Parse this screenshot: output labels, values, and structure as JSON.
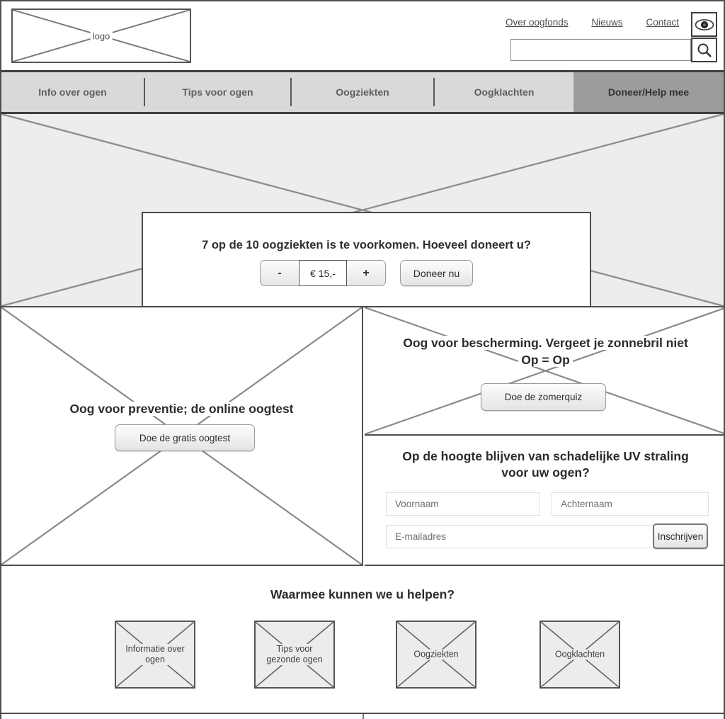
{
  "header": {
    "logo_label": "logo",
    "links": [
      {
        "label": "Over oogfonds"
      },
      {
        "label": "Nieuws"
      },
      {
        "label": "Contact"
      }
    ],
    "search": {
      "value": "",
      "placeholder": ""
    }
  },
  "nav": {
    "items": [
      {
        "label": "Info over ogen",
        "active": false
      },
      {
        "label": "Tips voor ogen",
        "active": false
      },
      {
        "label": "Oogziekten",
        "active": false
      },
      {
        "label": "Oogklachten",
        "active": false
      },
      {
        "label": "Doneer/Help mee",
        "active": true
      }
    ]
  },
  "hero": {
    "donation": {
      "heading": "7 op de 10 oogziekten is te voorkomen. Hoeveel doneert u?",
      "minus_label": "-",
      "amount_value": "€ 15,-",
      "plus_label": "+",
      "donate_button": "Doneer nu"
    }
  },
  "prevention": {
    "heading": "Oog voor preventie; de online oogtest",
    "button": "Doe de gratis oogtest"
  },
  "protection": {
    "heading_line1": "Oog voor bescherming. Vergeet je zonnebril niet",
    "heading_line2": "Op = Op",
    "button": "Doe de zomerquiz"
  },
  "newsletter": {
    "heading_line1": "Op de hoogte blijven van schadelijke UV straling",
    "heading_line2": "voor uw ogen?",
    "first_name_placeholder": "Voornaam",
    "last_name_placeholder": "Achternaam",
    "email_placeholder": "E-mailadres",
    "submit_button": "Inschrijven"
  },
  "help": {
    "heading": "Waarmee kunnen we u helpen?",
    "tiles": [
      {
        "label": "Informatie over ogen"
      },
      {
        "label": "Tips voor gezonde ogen"
      },
      {
        "label": "Oogziekten"
      },
      {
        "label": "Oogklachten"
      }
    ]
  },
  "colors": {
    "nav_bg": "#d9d9d9",
    "nav_active_bg": "#9c9c9c",
    "hero_bg": "#ededed",
    "tile_bg": "#ececec",
    "border_dark": "#4f4f4f",
    "placeholder_line": "#8c8c8c"
  }
}
